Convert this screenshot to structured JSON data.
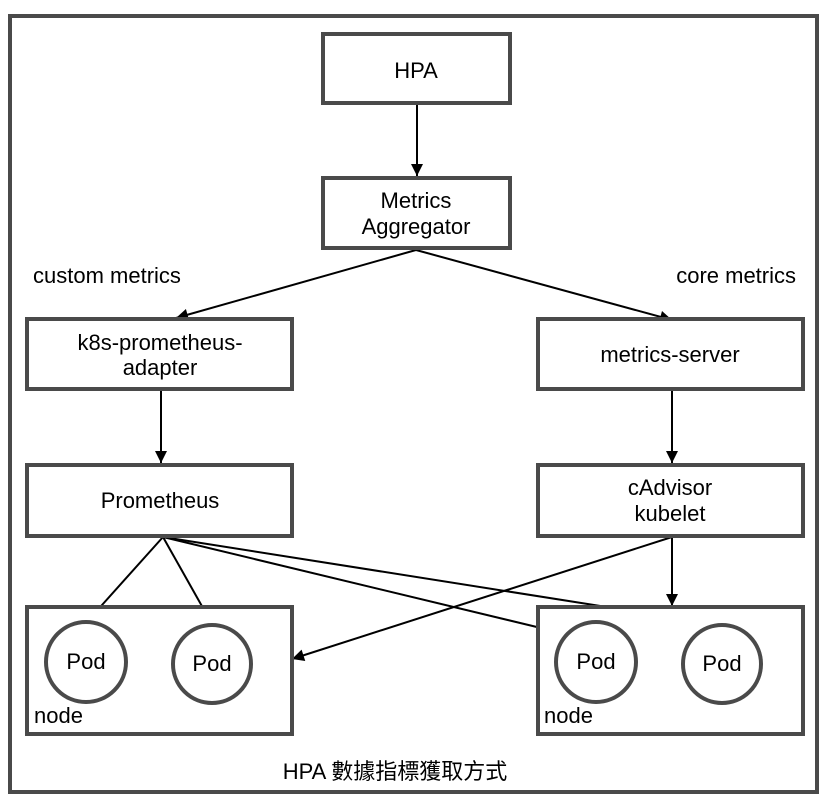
{
  "diagram": {
    "caption": "HPA 數據指標獲取方式",
    "nodes": {
      "hpa": {
        "lines": [
          "HPA"
        ]
      },
      "aggregator": {
        "lines": [
          "Metrics",
          "Aggregator"
        ]
      },
      "adapter": {
        "lines": [
          "k8s-prometheus-",
          "adapter"
        ]
      },
      "metrics_server": {
        "lines": [
          "metrics-server"
        ]
      },
      "prometheus": {
        "lines": [
          "Prometheus"
        ]
      },
      "cadvisor": {
        "lines": [
          "cAdvisor",
          "kubelet"
        ]
      }
    },
    "labels": {
      "custom_metrics": "custom metrics",
      "core_metrics": "core metrics"
    },
    "node_groups": [
      {
        "label": "node",
        "pods": [
          "Pod",
          "Pod"
        ]
      },
      {
        "label": "node",
        "pods": [
          "Pod",
          "Pod"
        ]
      }
    ],
    "edges": [
      {
        "from": "hpa",
        "to": "aggregator"
      },
      {
        "from": "aggregator",
        "to": "adapter",
        "label": "custom metrics"
      },
      {
        "from": "aggregator",
        "to": "metrics_server",
        "label": "core metrics"
      },
      {
        "from": "adapter",
        "to": "prometheus"
      },
      {
        "from": "metrics_server",
        "to": "cadvisor"
      },
      {
        "from": "prometheus",
        "to": "node-1 pod-1"
      },
      {
        "from": "prometheus",
        "to": "node-1 pod-2"
      },
      {
        "from": "prometheus",
        "to": "node-2 pod-1"
      },
      {
        "from": "prometheus",
        "to": "node-2 pod-2"
      },
      {
        "from": "cadvisor",
        "to": "node-1"
      },
      {
        "from": "cadvisor",
        "to": "node-2"
      }
    ]
  }
}
